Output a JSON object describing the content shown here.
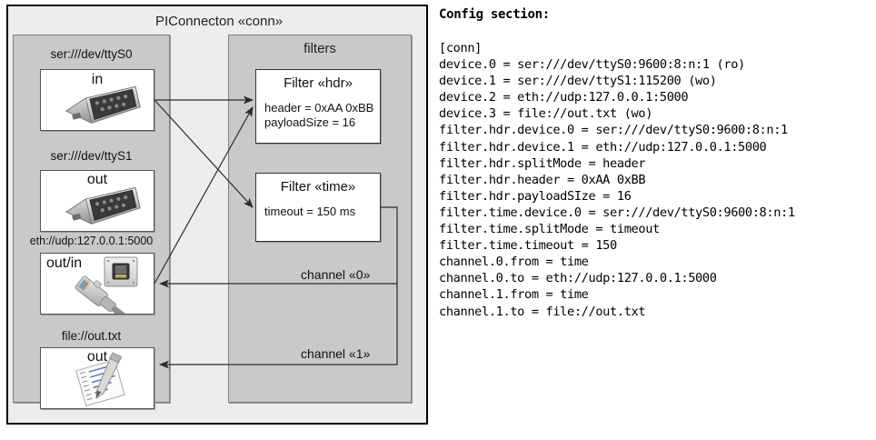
{
  "diagram": {
    "title": "PIConnecton «conn»",
    "devices_panel": {
      "devices": [
        {
          "label": "ser:///dev/ttyS0",
          "mode": "in",
          "icon": "serial-db9-icon"
        },
        {
          "label": "ser:///dev/ttyS1",
          "mode": "out",
          "icon": "serial-db9-icon"
        },
        {
          "label": "eth://udp:127.0.0.1:5000",
          "mode": "out/in",
          "icon": "ethernet-plug-icon"
        },
        {
          "label": "file://out.txt",
          "mode": "out",
          "icon": "text-file-pencil-icon"
        }
      ]
    },
    "filters_panel": {
      "title": "filters",
      "filters": [
        {
          "title": "Filter «hdr»",
          "props": [
            "header = 0xAA 0xBB",
            "payloadSize = 16"
          ]
        },
        {
          "title": "Filter «time»",
          "props": [
            "timeout = 150 ms"
          ]
        }
      ],
      "channels": [
        {
          "label": "channel «0»"
        },
        {
          "label": "channel «1»"
        }
      ]
    },
    "colors": {
      "outer_background": "#ededed",
      "panel_background": "#c9c9c9",
      "card_background": "#ffffff",
      "border": "#808080",
      "wire": "#333333"
    }
  },
  "config": {
    "heading": "Config section:",
    "lines": [
      "[conn]",
      "device.0 = ser:///dev/ttyS0:9600:8:n:1 (ro)",
      "device.1 = ser:///dev/ttyS1:115200 (wo)",
      "device.2 = eth://udp:127.0.0.1:5000",
      "device.3 = file://out.txt (wo)",
      "filter.hdr.device.0 = ser:///dev/ttyS0:9600:8:n:1",
      "filter.hdr.device.1 = eth://udp:127.0.0.1:5000",
      "filter.hdr.splitMode = header",
      "filter.hdr.header = 0xAA 0xBB",
      "filter.hdr.payloadSIze = 16",
      "filter.time.device.0 = ser:///dev/ttyS0:9600:8:n:1",
      "filter.time.splitMode = timeout",
      "filter.time.timeout = 150",
      "channel.0.from = time",
      "channel.0.to = eth://udp:127.0.0.1:5000",
      "channel.1.from = time",
      "channel.1.to = file://out.txt"
    ]
  }
}
